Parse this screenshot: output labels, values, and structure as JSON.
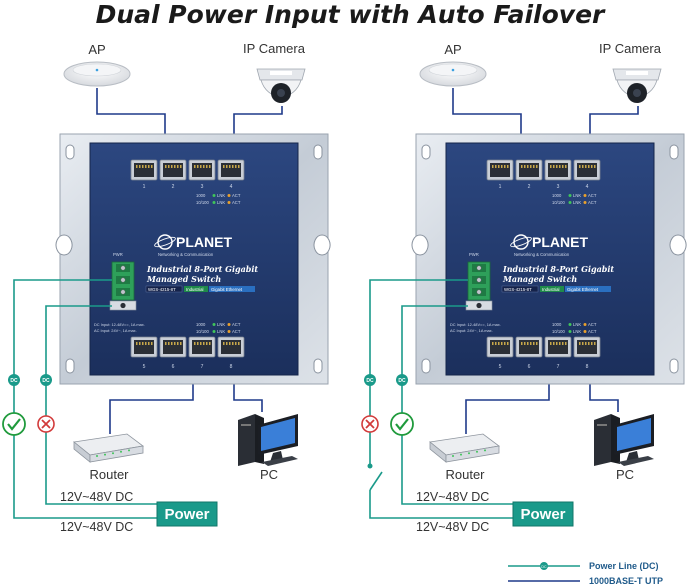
{
  "title": "Dual Power Input with Auto Failover",
  "colors": {
    "power_line": "#1a9a8a",
    "utp_line": "#1f3a8a",
    "switch_panel": "#233a6b",
    "ok": "#1f9a3c",
    "fail": "#d23a3a",
    "power_box": "#1a9a8a"
  },
  "panels": [
    {
      "ap_label": "AP",
      "camera_label": "IP Camera",
      "router_label": "Router",
      "pc_label": "PC",
      "power_label": "Power",
      "voltage_top": "12V~48V DC",
      "voltage_bottom": "12V~48V DC",
      "line1_status": "ok",
      "line2_status": "fail",
      "dc_badge": "DC",
      "switch": {
        "brand": "PLANET",
        "brand_sub": "Networking & Communication",
        "line1": "Industrial 8-Port Gigabit",
        "line2": "Managed Switch",
        "model": "WGS-4215-8T",
        "badge1": "Industrial",
        "badge2": "Gigabit Ethernet",
        "pwr": "PWR",
        "ports_top": [
          "1",
          "2",
          "3",
          "4"
        ],
        "ports_bottom": [
          "5",
          "6",
          "7",
          "8"
        ],
        "led_1000": "1000",
        "led_10100": "10/100",
        "led_lnk": "LNK",
        "led_act": "ACT",
        "dc_in": "DC Input: 12-48V==, 1A max.",
        "ac_in": "AC Input: 24V~, 1A max."
      }
    },
    {
      "ap_label": "AP",
      "camera_label": "IP Camera",
      "router_label": "Router",
      "pc_label": "PC",
      "power_label": "Power",
      "voltage_top": "12V~48V DC",
      "voltage_bottom": "12V~48V DC",
      "line1_status": "fail",
      "line2_status": "ok",
      "dc_badge": "DC",
      "switch": {
        "brand": "PLANET",
        "brand_sub": "Networking & Communication",
        "line1": "Industrial 8-Port Gigabit",
        "line2": "Managed Switch",
        "model": "WGS-4215-8T",
        "badge1": "Industrial",
        "badge2": "Gigabit Ethernet",
        "pwr": "PWR",
        "ports_top": [
          "1",
          "2",
          "3",
          "4"
        ],
        "ports_bottom": [
          "5",
          "6",
          "7",
          "8"
        ],
        "led_1000": "1000",
        "led_10100": "10/100",
        "led_lnk": "LNK",
        "led_act": "ACT",
        "dc_in": "DC Input: 12-48V==, 1A max.",
        "ac_in": "AC Input: 24V~, 1A max."
      }
    }
  ],
  "legend": {
    "power_line": "Power Line (DC)",
    "utp": "1000BASE-T UTP",
    "dc_badge": "DC"
  }
}
